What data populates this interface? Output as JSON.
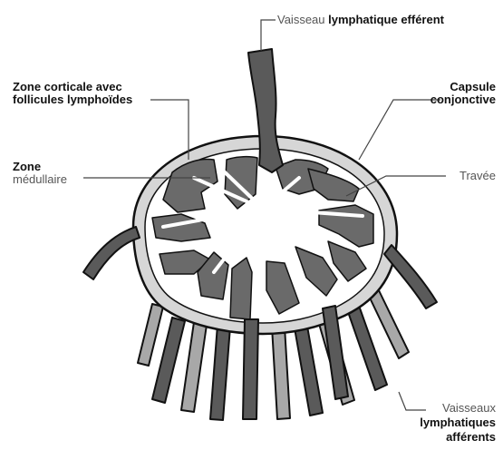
{
  "labels": {
    "efferent_prefix": "Vaisseau",
    "efferent_main": "lymphatique efférent",
    "cortical_line1": "Zone corticale avec",
    "cortical_line2": "follicules lymphoïdes",
    "medullary_line1": "Zone",
    "medullary_line2": "médullaire",
    "capsule_line1": "Capsule",
    "capsule_line2": "conjonctive",
    "travee": "Travée",
    "afferent_line1": "Vaisseaux",
    "afferent_line2": "lymphatiques",
    "afferent_line3": "afférents"
  },
  "colors": {
    "outline": "#111111",
    "capsule_fill": "#d6d6d6",
    "medulla_fill": "#ffffff",
    "follicle_fill": "#6a6a6a",
    "vessel_dark": "#5a5a5a",
    "vessel_light": "#a8a8a8",
    "leader": "#444444"
  }
}
